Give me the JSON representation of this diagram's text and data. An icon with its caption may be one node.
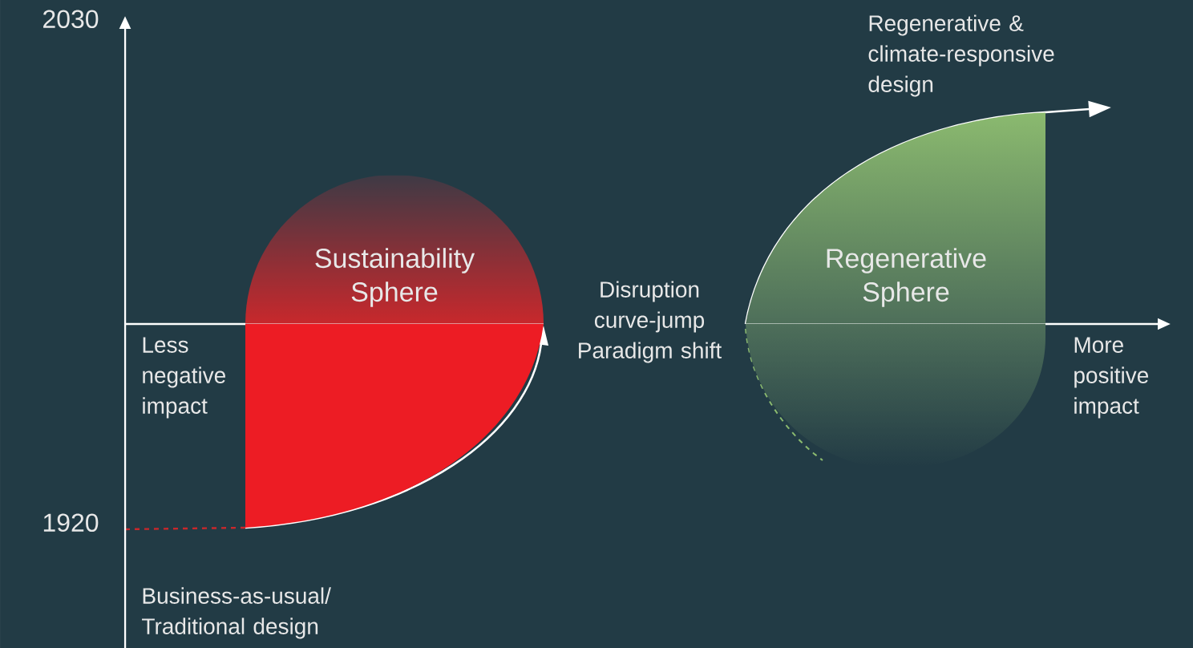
{
  "diagram": {
    "nodes": [
      {
        "text": [
          "Sustainability Sphere"
        ]
      },
      {
        "text": [
          "Regenerative Sphere"
        ]
      }
    ],
    "labels": [
      "2030",
      "Regenerative & climate-responsive design",
      "Disruption curve-jump Paradigm shift",
      "Less negative impact",
      "More positive impact",
      "1920",
      "Business-as-usual/ Traditional design"
    ]
  }
}
